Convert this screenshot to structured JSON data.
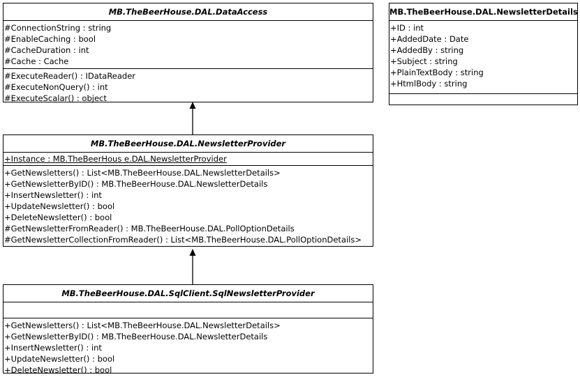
{
  "data_access": {
    "name": "MB.TheBeerHouse.DAL.DataAccess",
    "attributes": [
      "#ConnectionString : string",
      "#EnableCaching : bool",
      "#CacheDuration : int",
      "#Cache : Cache"
    ],
    "operations": [
      "#ExecuteReader() : IDataReader",
      "#ExecuteNonQuery() : int",
      "#ExecuteScalar() : object"
    ]
  },
  "newsletter_details": {
    "name": "MB.TheBeerHouse.DAL.NewsletterDetails",
    "attributes": [
      "+ID : int",
      "+AddedDate : Date",
      "+AddedBy : string",
      "+Subject : string",
      "+PlainTextBody : string",
      "+HtmlBody : string"
    ]
  },
  "newsletter_provider": {
    "name": "MB.TheBeerHouse.DAL.NewsletterProvider",
    "attributes": [
      "+Instance : MB.TheBeerHous e.DAL.NewsletterProvider"
    ],
    "operations": [
      "+GetNewsletters() : List<MB.TheBeerHouse.DAL.NewsletterDetails>",
      "+GetNewsletterByID() : MB.TheBeerHouse.DAL.NewsletterDetails",
      "+InsertNewsletter() : int",
      "+UpdateNewsletter() : bool",
      "+DeleteNewsletter() : bool",
      "#GetNewsletterFromReader() : MB.TheBeerHouse.DAL.PollOptionDetails",
      "#GetNewsletterCollectionFromReader() : List<MB.TheBeerHouse.DAL.PollOptionDetails>"
    ]
  },
  "sql_newsletter_provider": {
    "name": "MB.TheBeerHouse.DAL.SqlClient.SqlNewsletterProvider",
    "operations": [
      "+GetNewsletters() : List<MB.TheBeerHouse.DAL.NewsletterDetails>",
      "+GetNewsletterByID() : MB.TheBeerHouse.DAL.NewsletterDetails",
      "+InsertNewsletter() : int",
      "+UpdateNewsletter() : bool",
      "+DeleteNewsletter() : bool"
    ]
  }
}
